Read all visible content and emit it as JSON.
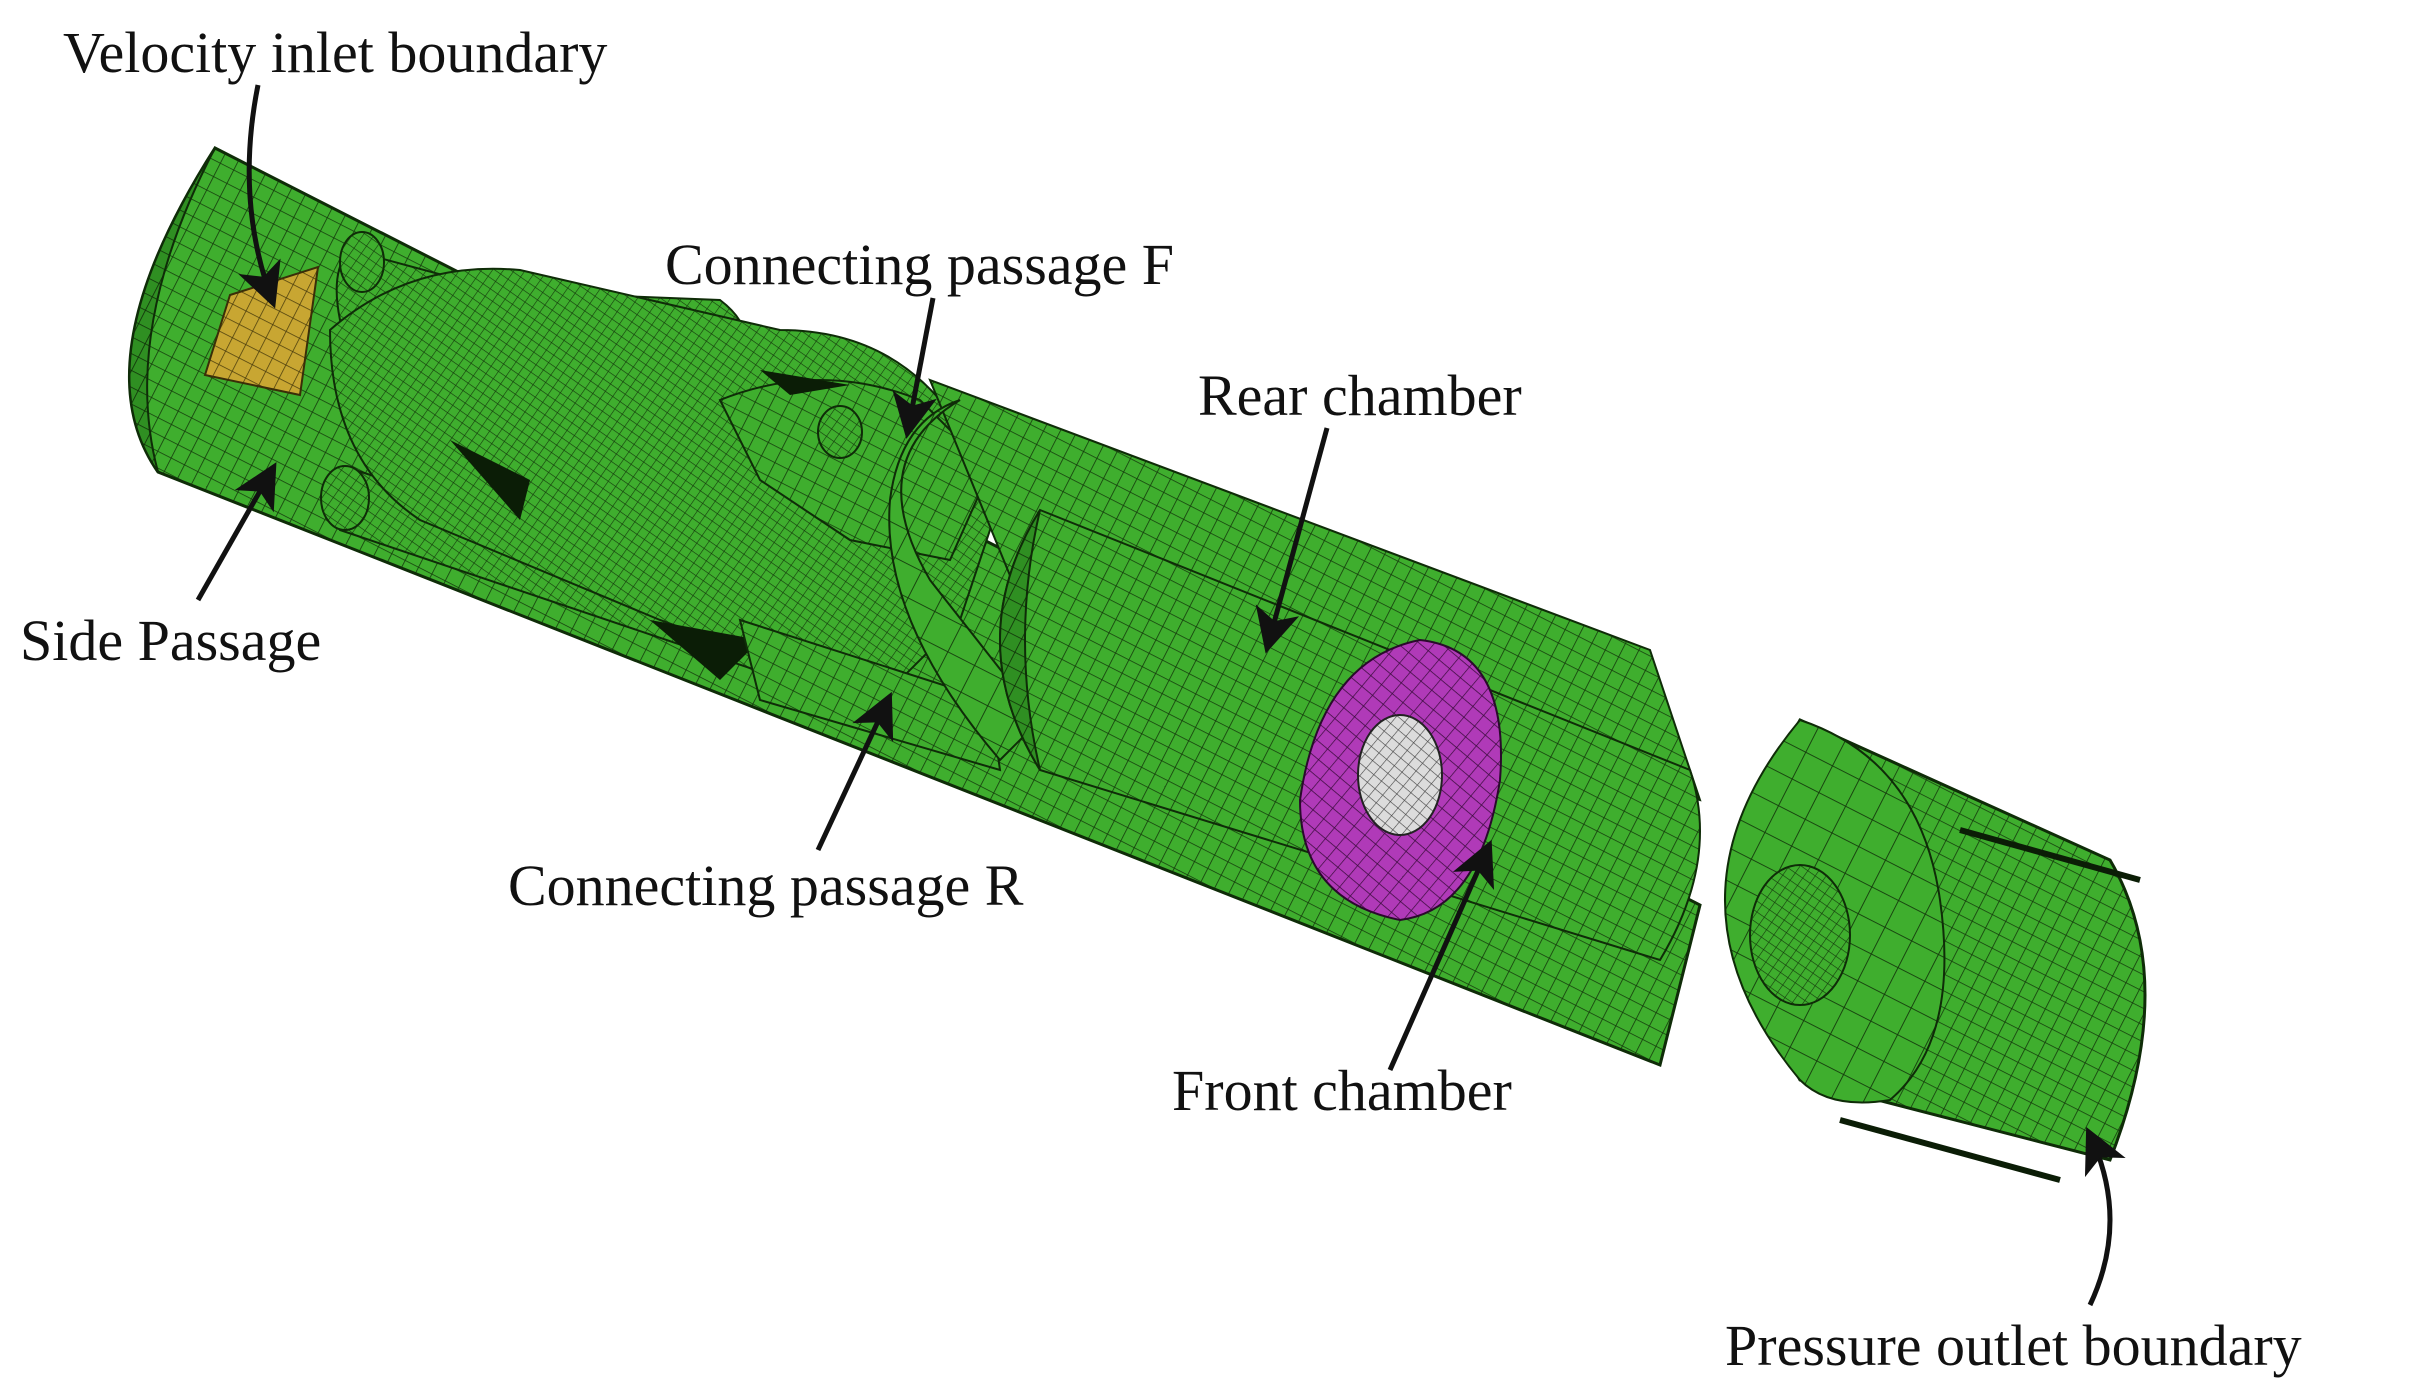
{
  "labels": {
    "velocity_inlet": "Velocity inlet boundary",
    "side_passage": "Side Passage",
    "connecting_f": "Connecting passage F",
    "connecting_r": "Connecting passage R",
    "rear_chamber": "Rear chamber",
    "front_chamber": "Front chamber",
    "pressure_outlet": "Pressure outlet boundary"
  },
  "colors": {
    "mesh_green": "#3fae2e",
    "mesh_green_dark": "#2f8f22",
    "inlet_face": "#c8a632",
    "front_chamber_face": "#b03ab8",
    "bore_face": "#dcdcdc",
    "mesh_line": "#143a0c",
    "text": "#111111",
    "background": "#ffffff"
  }
}
